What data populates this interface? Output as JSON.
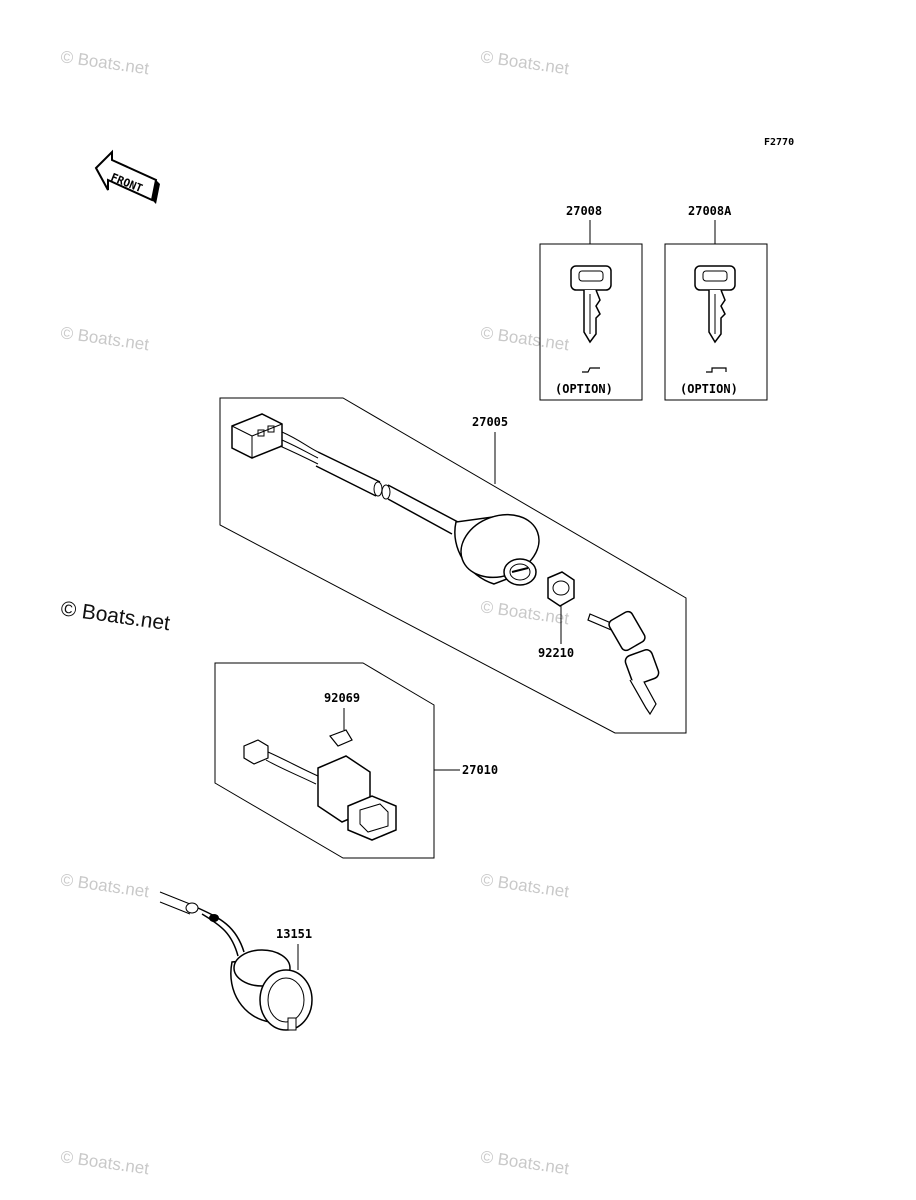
{
  "figure_code": "F2770",
  "front_label": "FRONT",
  "watermark_text": "© Boats.net",
  "parts": [
    {
      "number": "27008",
      "note": "(OPTION)"
    },
    {
      "number": "27008A",
      "note": "(OPTION)"
    },
    {
      "number": "27005"
    },
    {
      "number": "92210"
    },
    {
      "number": "92069"
    },
    {
      "number": "27010"
    },
    {
      "number": "13151"
    }
  ]
}
